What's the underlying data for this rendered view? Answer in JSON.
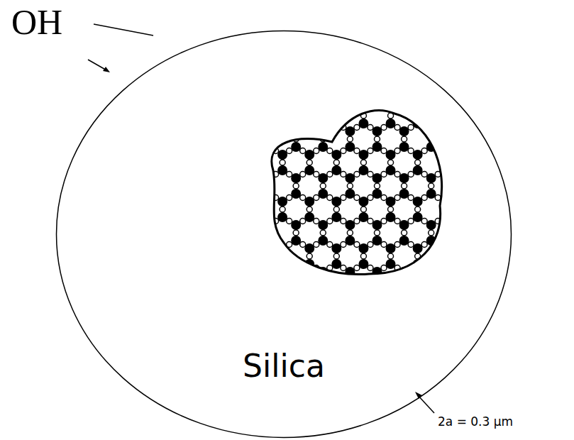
{
  "diagram": {
    "nodes": [
      {
        "text": [
          "Silica"
        ]
      }
    ],
    "labels": [
      "OH",
      "2a = 0.3 μm"
    ]
  }
}
